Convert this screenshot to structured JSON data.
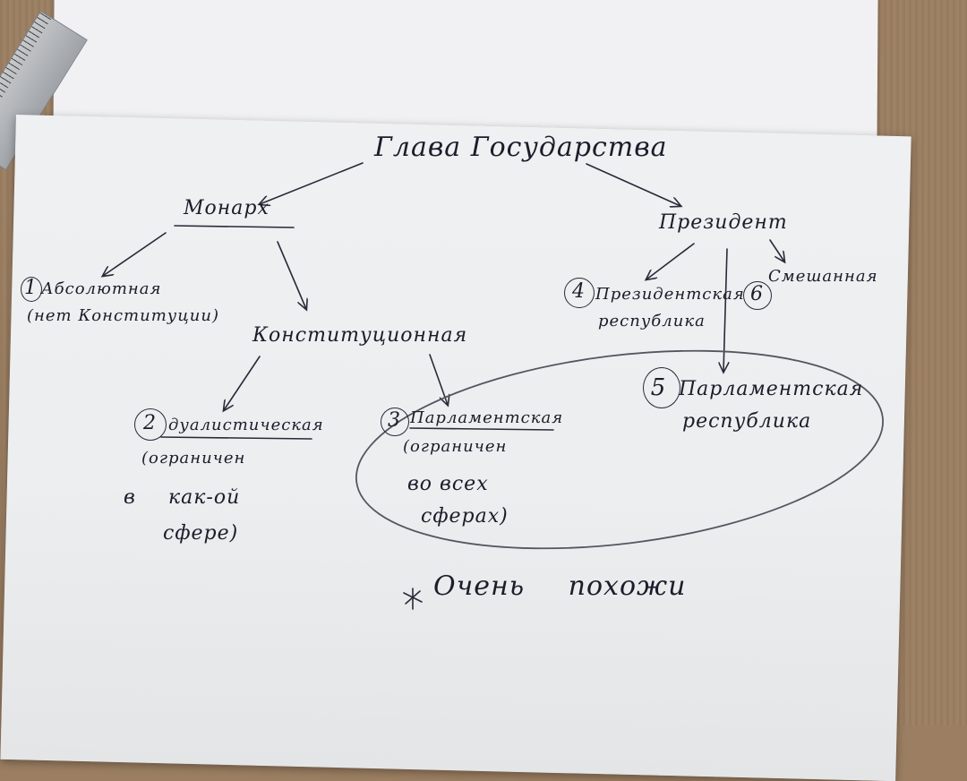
{
  "diagram": {
    "root": "Глава Государства",
    "left_branch": {
      "label": "Монарх",
      "children": [
        {
          "number": "1",
          "title": "Абсолютная",
          "note": "(нет Конституции)"
        },
        {
          "label": "Конституционная",
          "children": [
            {
              "number": "2",
              "title": "дуалистическая",
              "note": [
                "(ограничен",
                "в",
                "как-ой",
                "сфере)"
              ]
            },
            {
              "number": "3",
              "title": "Парламентская",
              "note": [
                "(ограничен",
                "во всех",
                "сферах)"
              ]
            }
          ]
        }
      ]
    },
    "right_branch": {
      "label": "Президент",
      "children": [
        {
          "number": "4",
          "title": "Президентская",
          "subtitle": "республика"
        },
        {
          "number": "5",
          "title": "Парламентская",
          "subtitle": "республика"
        },
        {
          "number": "6",
          "title": "Смешанная"
        }
      ]
    },
    "footnote": {
      "mark": "*",
      "text": "Очень похожи"
    }
  },
  "colors": {
    "ink": "#1c1c2a",
    "pencil": "#3a3a46",
    "paper": "#eceef0",
    "desk": "#9c7f62"
  }
}
